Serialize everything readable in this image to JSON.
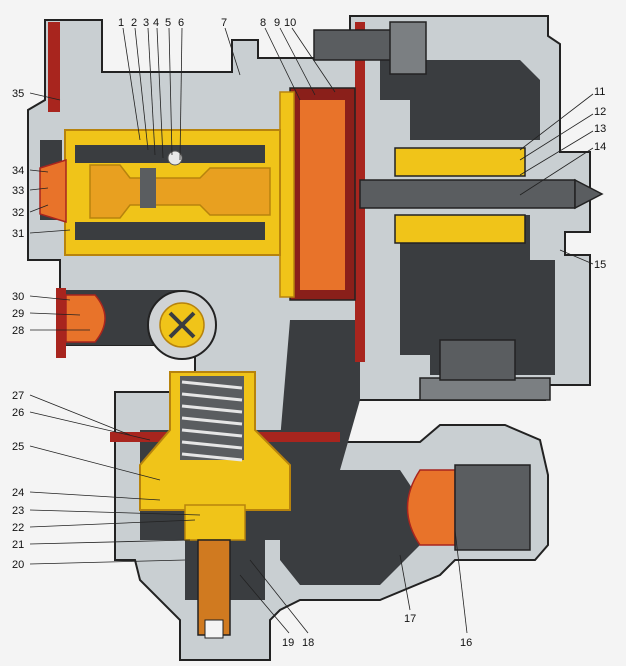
{
  "callouts": [
    "1",
    "2",
    "3",
    "4",
    "5",
    "6",
    "7",
    "8",
    "9",
    "10",
    "11",
    "12",
    "13",
    "14",
    "15",
    "16",
    "17",
    "18",
    "19",
    "20",
    "21",
    "22",
    "23",
    "24",
    "25",
    "26",
    "27",
    "28",
    "29",
    "30",
    "31",
    "32",
    "33",
    "34",
    "35"
  ],
  "colors": {
    "body": "#c9cfd2",
    "cavity": "#3a3d40",
    "brass": "#f0c419",
    "brass_dark": "#b7830d",
    "rubber": "#a8251e",
    "orange": "#e8732a",
    "outline": "#222222"
  }
}
